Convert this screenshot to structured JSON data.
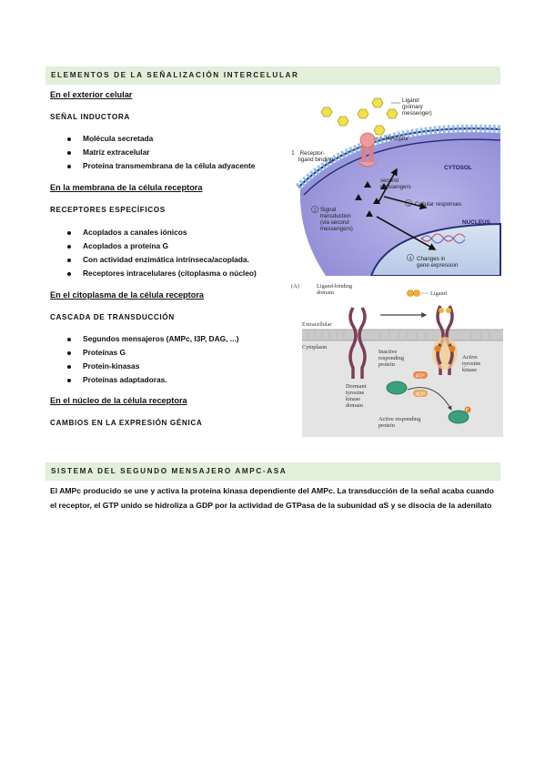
{
  "section1": {
    "title": "ELEMENTOS DE LA SEÑALIZACIÓN INTERCELULAR",
    "groups": [
      {
        "heading": "En el exterior celular",
        "label": "SEÑAL INDUCTORA",
        "items": [
          "Molécula secretada",
          "Matriz extracelular",
          "Proteína transmembrana de la célula adyacente"
        ]
      },
      {
        "heading": "En la membrana de la célula receptora",
        "label": "RECEPTORES ESPECÍFICOS",
        "items": [
          "Acoplados a canales iónicos",
          "Acoplados a proteína G",
          "Con actividad enzimática intrínseca/acoplada.",
          "Receptores intracelulares (citoplasma o núcleo)"
        ]
      },
      {
        "heading": "En el citoplasma de la célula receptora",
        "label": "CASCADA DE TRANSDUCCIÓN",
        "items": [
          "Segundos mensajeros (AMPc, I3P, DAG, ...)",
          "Proteínas G",
          "Protein-kinasas",
          "Proteínas adaptadoras."
        ]
      },
      {
        "heading": "En el núcleo de la célula receptora",
        "label": "CAMBIOS EN LA EXPRESIÓN GÉNICA",
        "items": []
      }
    ]
  },
  "section2": {
    "title": "SISTEMA DEL SEGUNDO MENSAJERO AMPC-ASA",
    "lines": [
      "El AMPc producido se une y activa la proteína kinasa dependiente del AMPc. La transducción de la señal acaba cuando",
      "el receptor, el GTP unido se hidroliza a GDP por la actividad de GTPasa de la subunidad αS y se disocia de la adenilato"
    ]
  },
  "figure1": {
    "ligand": [
      "Ligand",
      "(primary",
      "messenger)"
    ],
    "receptor": "Receptor",
    "binding_step": [
      "Receptor-",
      "ligand binding"
    ],
    "step1": "1",
    "cytosol": "CYTOSOL",
    "second_messengers": [
      "second",
      "messengers"
    ],
    "step3": "3",
    "cellular_responses": "Cellular responses",
    "nucleus": "NUCLEUS",
    "step2": "2",
    "signal_transduction": [
      "Signal",
      "transduction",
      "(via second",
      "messengers)"
    ],
    "step4": "4",
    "gene_expression": [
      "Changes in",
      "gene expression"
    ]
  },
  "figure2": {
    "panel": "(A)",
    "ligand_binding_domain": [
      "Ligand-binding",
      "domain"
    ],
    "ligand": "Ligand",
    "extracellular": "Extracellular",
    "cytoplasm": "Cytoplasm",
    "inactive_protein": [
      "Inactive",
      "responding",
      "protein"
    ],
    "active_kinase": [
      "Active",
      "tyrosine",
      "kinase"
    ],
    "dormant_kinase": [
      "Dormant",
      "tyrosine",
      "kinase",
      "domain"
    ],
    "atp": "ATP",
    "adp": "ADP",
    "active_protein": [
      "Active responding",
      "protein"
    ],
    "phospho": "P"
  }
}
